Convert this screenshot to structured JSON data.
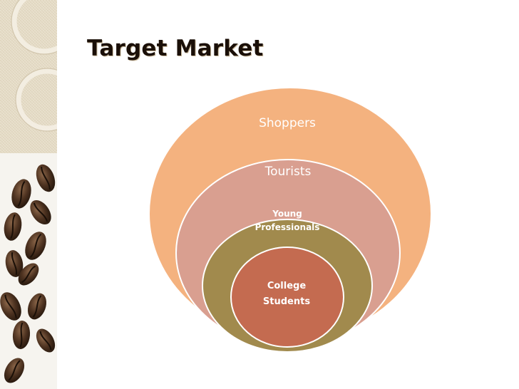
{
  "slide": {
    "title": "Target Market"
  },
  "diagram": {
    "type": "nested-circles",
    "rings": [
      {
        "label": "Shoppers",
        "color": "#f4b27f"
      },
      {
        "label": "Tourists",
        "color": "#d99f90"
      },
      {
        "label_lines": [
          "Young",
          "Professionals"
        ],
        "color": "#a18a4d"
      },
      {
        "label_lines": [
          "College",
          "Students"
        ],
        "color": "#c46b50"
      }
    ]
  },
  "theme": {
    "decoration_icons": [
      "coffee-bean-icon",
      "ring-decoration-icon"
    ]
  }
}
